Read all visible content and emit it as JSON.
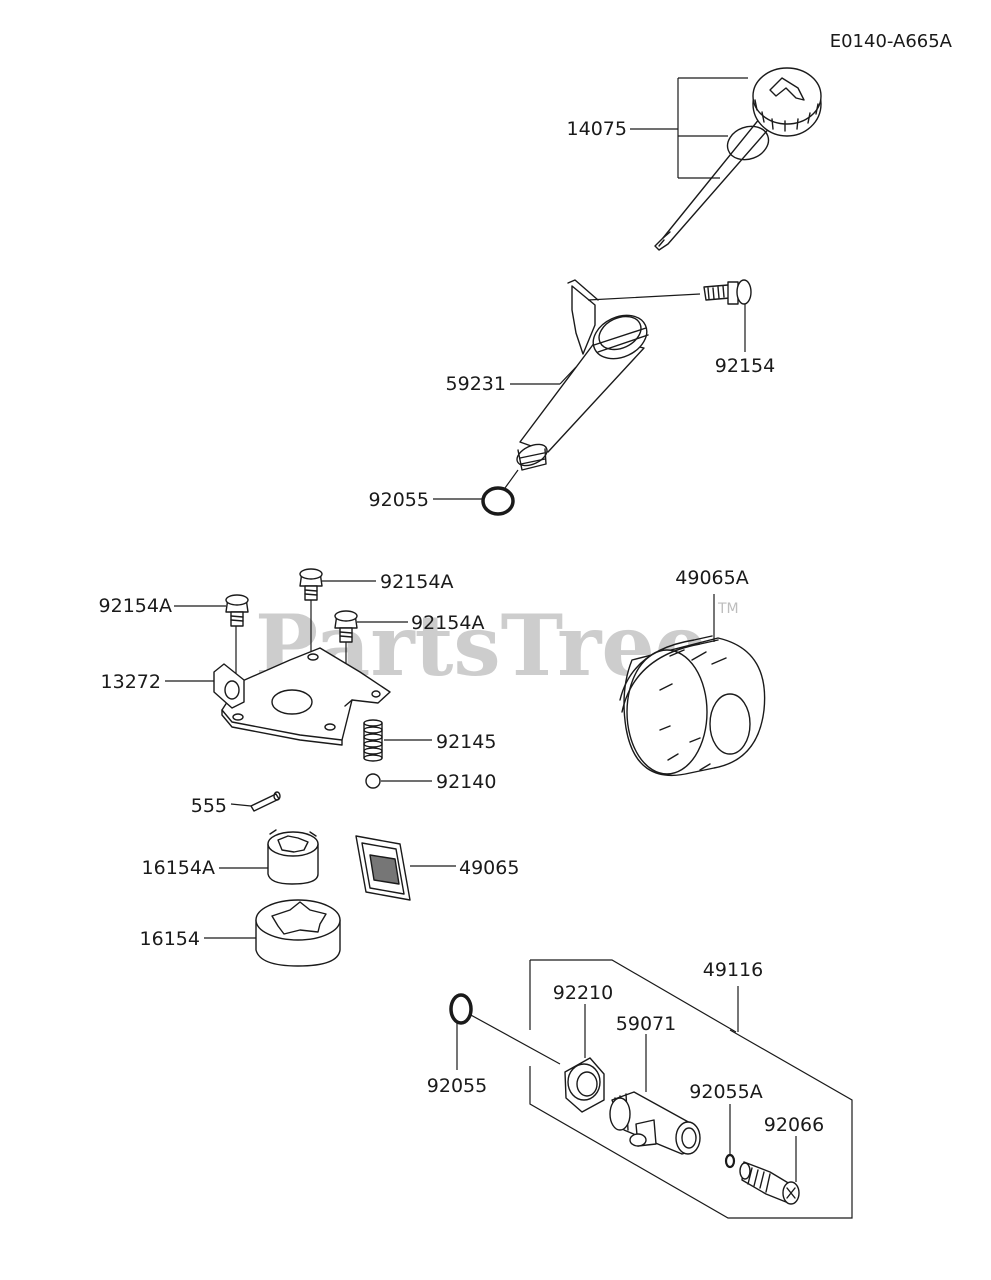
{
  "drawing_code": "E0140-A665A",
  "watermark": {
    "text": "PartsTree",
    "tm": "TM"
  },
  "labels": {
    "p14075": "14075",
    "p92154": "92154",
    "p59231": "59231",
    "p92055_top": "92055",
    "p92154A_1": "92154A",
    "p92154A_2": "92154A",
    "p92154A_3": "92154A",
    "p13272": "13272",
    "p92145": "92145",
    "p92140": "92140",
    "p555": "555",
    "p16154A": "16154A",
    "p49065": "49065",
    "p16154": "16154",
    "p49065A": "49065A",
    "p49116": "49116",
    "p92210": "92210",
    "p59071": "59071",
    "p92055_bottom": "92055",
    "p92055A": "92055A",
    "p92066": "92066"
  }
}
